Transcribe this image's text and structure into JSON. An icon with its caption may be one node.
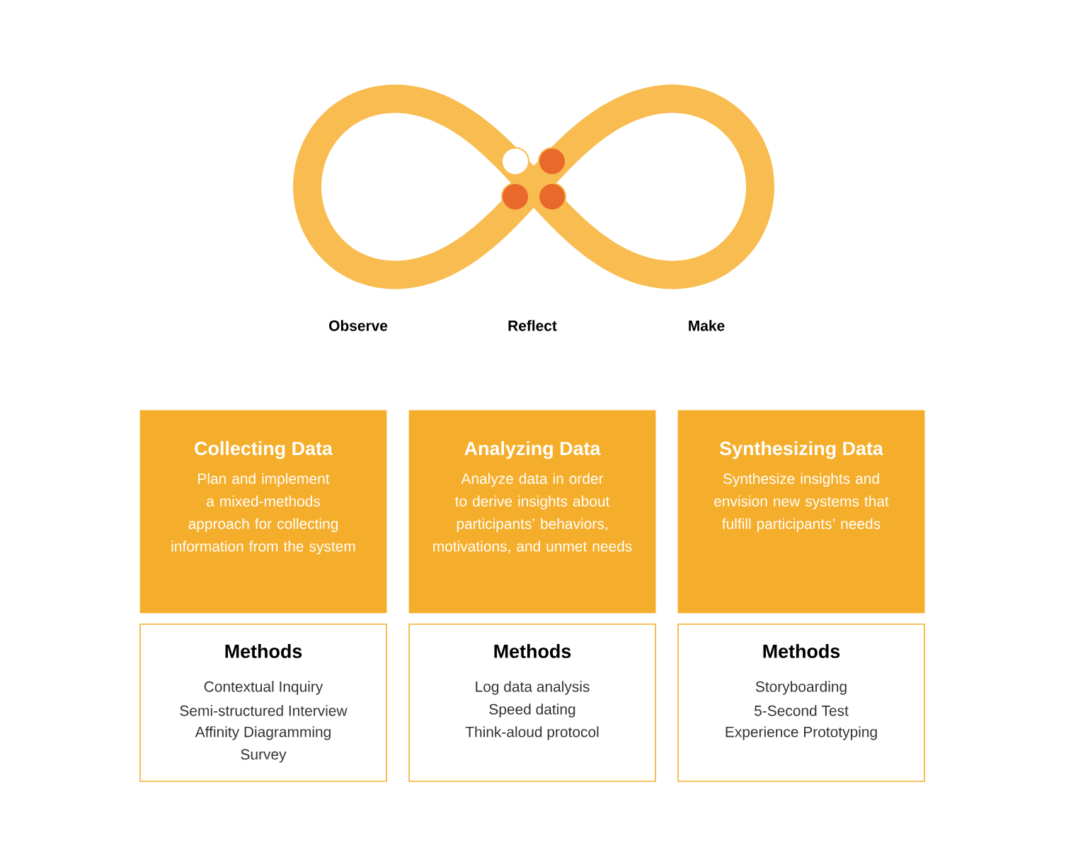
{
  "diagram": {
    "nodes": [
      {
        "text": [
          "Collecting Data",
          "Plan and implement a mixed-methods approach for collecting information from the system"
        ]
      },
      {
        "text": [
          "Analyzing Data",
          "Analyze data in order to derive insights about participants’ behaviors, motivations, and unmet needs"
        ]
      },
      {
        "text": [
          "Synthesizing Data",
          "Synthesize insights and envision new systems that fulfill participants’ needs"
        ]
      },
      {
        "text": [
          "Methods",
          "Contextual Inquiry",
          "Semi-structured Interview",
          "Affinity Diagramming",
          "Survey"
        ]
      },
      {
        "text": [
          "Methods",
          "Log data analysis",
          "Speed dating",
          "Think-aloud protocol"
        ]
      },
      {
        "text": [
          "Methods",
          "Storyboarding",
          "5-Second Test",
          "Experience Prototyping"
        ]
      }
    ],
    "edges": [],
    "labels": [
      "Observe",
      "Reflect",
      "Make"
    ]
  }
}
